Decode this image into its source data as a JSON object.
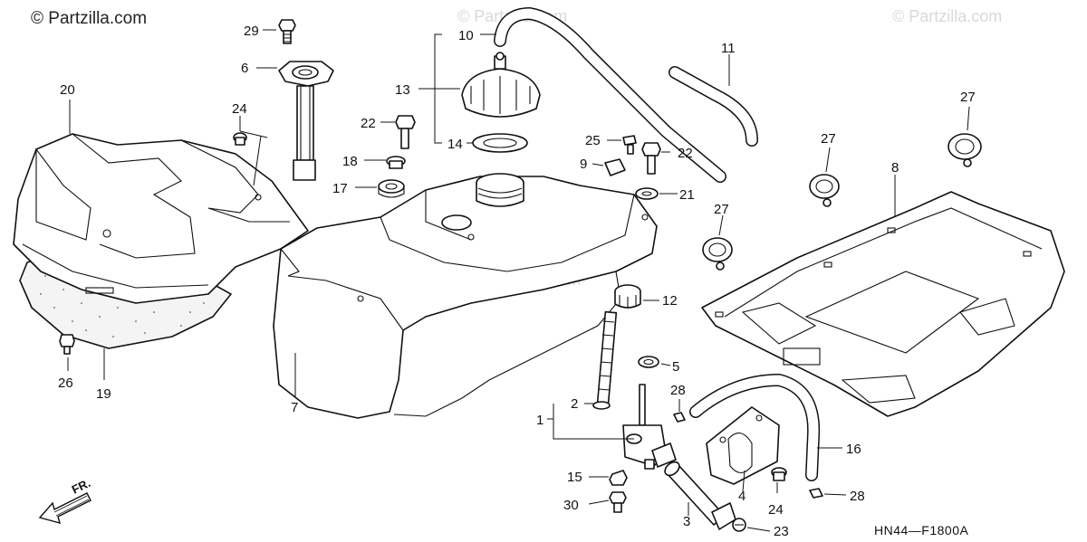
{
  "watermarks": {
    "main": "© Partzilla.com",
    "faint": "© Partzilla.com"
  },
  "diagram_code": "HN44—F1800A",
  "front_label": "FR.",
  "callouts": [
    {
      "id": "c29",
      "text": "29"
    },
    {
      "id": "c6",
      "text": "6"
    },
    {
      "id": "c20",
      "text": "20"
    },
    {
      "id": "c24a",
      "text": "24"
    },
    {
      "id": "c10",
      "text": "10"
    },
    {
      "id": "c13",
      "text": "13"
    },
    {
      "id": "c11",
      "text": "11"
    },
    {
      "id": "c22a",
      "text": "22"
    },
    {
      "id": "c14",
      "text": "14"
    },
    {
      "id": "c18",
      "text": "18"
    },
    {
      "id": "c17",
      "text": "17"
    },
    {
      "id": "c25",
      "text": "25"
    },
    {
      "id": "c9",
      "text": "9"
    },
    {
      "id": "c22b",
      "text": "22"
    },
    {
      "id": "c21",
      "text": "21"
    },
    {
      "id": "c27a",
      "text": "27"
    },
    {
      "id": "c27b",
      "text": "27"
    },
    {
      "id": "c27c",
      "text": "27"
    },
    {
      "id": "c8",
      "text": "8"
    },
    {
      "id": "c12",
      "text": "12"
    },
    {
      "id": "c5",
      "text": "5"
    },
    {
      "id": "c28a",
      "text": "28"
    },
    {
      "id": "c2",
      "text": "2"
    },
    {
      "id": "c1",
      "text": "1"
    },
    {
      "id": "c16",
      "text": "16"
    },
    {
      "id": "c26",
      "text": "26"
    },
    {
      "id": "c19",
      "text": "19"
    },
    {
      "id": "c7",
      "text": "7"
    },
    {
      "id": "c15",
      "text": "15"
    },
    {
      "id": "c4",
      "text": "4"
    },
    {
      "id": "c24b",
      "text": "24"
    },
    {
      "id": "c28b",
      "text": "28"
    },
    {
      "id": "c30",
      "text": "30"
    },
    {
      "id": "c3",
      "text": "3"
    },
    {
      "id": "c23",
      "text": "23"
    }
  ]
}
